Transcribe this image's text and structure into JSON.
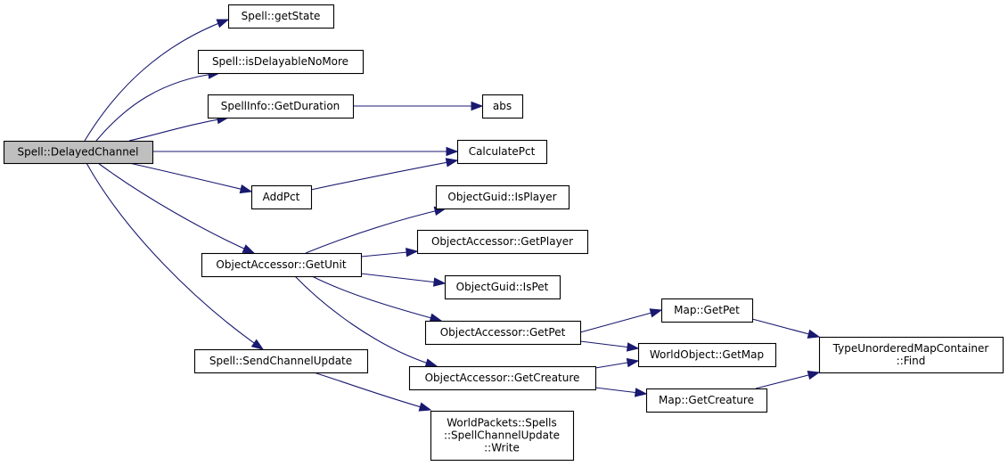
{
  "title": "Spell::DelayedChannel call graph",
  "colors": {
    "edge": "#191970",
    "node_border": "#000000",
    "node_fill": "#ffffff",
    "root_fill": "#bfbfbf"
  },
  "nodes": [
    {
      "id": "root",
      "lines": [
        "Spell::DelayedChannel"
      ],
      "root": true
    },
    {
      "id": "getState",
      "lines": [
        "Spell::getState"
      ]
    },
    {
      "id": "isDelayable",
      "lines": [
        "Spell::isDelayableNoMore"
      ]
    },
    {
      "id": "getDuration",
      "lines": [
        "SpellInfo::GetDuration"
      ]
    },
    {
      "id": "abs",
      "lines": [
        "abs"
      ]
    },
    {
      "id": "calcPct",
      "lines": [
        "CalculatePct"
      ]
    },
    {
      "id": "addPct",
      "lines": [
        "AddPct"
      ]
    },
    {
      "id": "isPlayer",
      "lines": [
        "ObjectGuid::IsPlayer"
      ]
    },
    {
      "id": "getUnit",
      "lines": [
        "ObjectAccessor::GetUnit"
      ]
    },
    {
      "id": "getPlayer",
      "lines": [
        "ObjectAccessor::GetPlayer"
      ]
    },
    {
      "id": "isPet",
      "lines": [
        "ObjectGuid::IsPet"
      ]
    },
    {
      "id": "oaGetPet",
      "lines": [
        "ObjectAccessor::GetPet"
      ]
    },
    {
      "id": "oaGetCreature",
      "lines": [
        "ObjectAccessor::GetCreature"
      ]
    },
    {
      "id": "sendChannel",
      "lines": [
        "Spell::SendChannelUpdate"
      ]
    },
    {
      "id": "write",
      "lines": [
        "WorldPackets::Spells",
        "::SpellChannelUpdate",
        "::Write"
      ]
    },
    {
      "id": "mapGetPet",
      "lines": [
        "Map::GetPet"
      ]
    },
    {
      "id": "getMap",
      "lines": [
        "WorldObject::GetMap"
      ]
    },
    {
      "id": "mapGetCreature",
      "lines": [
        "Map::GetCreature"
      ]
    },
    {
      "id": "find",
      "lines": [
        "TypeUnorderedMapContainer",
        "::Find"
      ]
    }
  ],
  "edges": [
    {
      "from": "root",
      "to": "getState"
    },
    {
      "from": "root",
      "to": "isDelayable"
    },
    {
      "from": "root",
      "to": "getDuration"
    },
    {
      "from": "root",
      "to": "calcPct"
    },
    {
      "from": "root",
      "to": "addPct"
    },
    {
      "from": "root",
      "to": "getUnit"
    },
    {
      "from": "root",
      "to": "sendChannel"
    },
    {
      "from": "getDuration",
      "to": "abs"
    },
    {
      "from": "addPct",
      "to": "calcPct"
    },
    {
      "from": "getUnit",
      "to": "isPlayer"
    },
    {
      "from": "getUnit",
      "to": "getPlayer"
    },
    {
      "from": "getUnit",
      "to": "isPet"
    },
    {
      "from": "getUnit",
      "to": "oaGetPet"
    },
    {
      "from": "getUnit",
      "to": "oaGetCreature"
    },
    {
      "from": "sendChannel",
      "to": "write"
    },
    {
      "from": "oaGetPet",
      "to": "mapGetPet"
    },
    {
      "from": "oaGetPet",
      "to": "getMap"
    },
    {
      "from": "oaGetCreature",
      "to": "getMap"
    },
    {
      "from": "oaGetCreature",
      "to": "mapGetCreature"
    },
    {
      "from": "mapGetPet",
      "to": "find"
    },
    {
      "from": "mapGetCreature",
      "to": "find"
    }
  ]
}
